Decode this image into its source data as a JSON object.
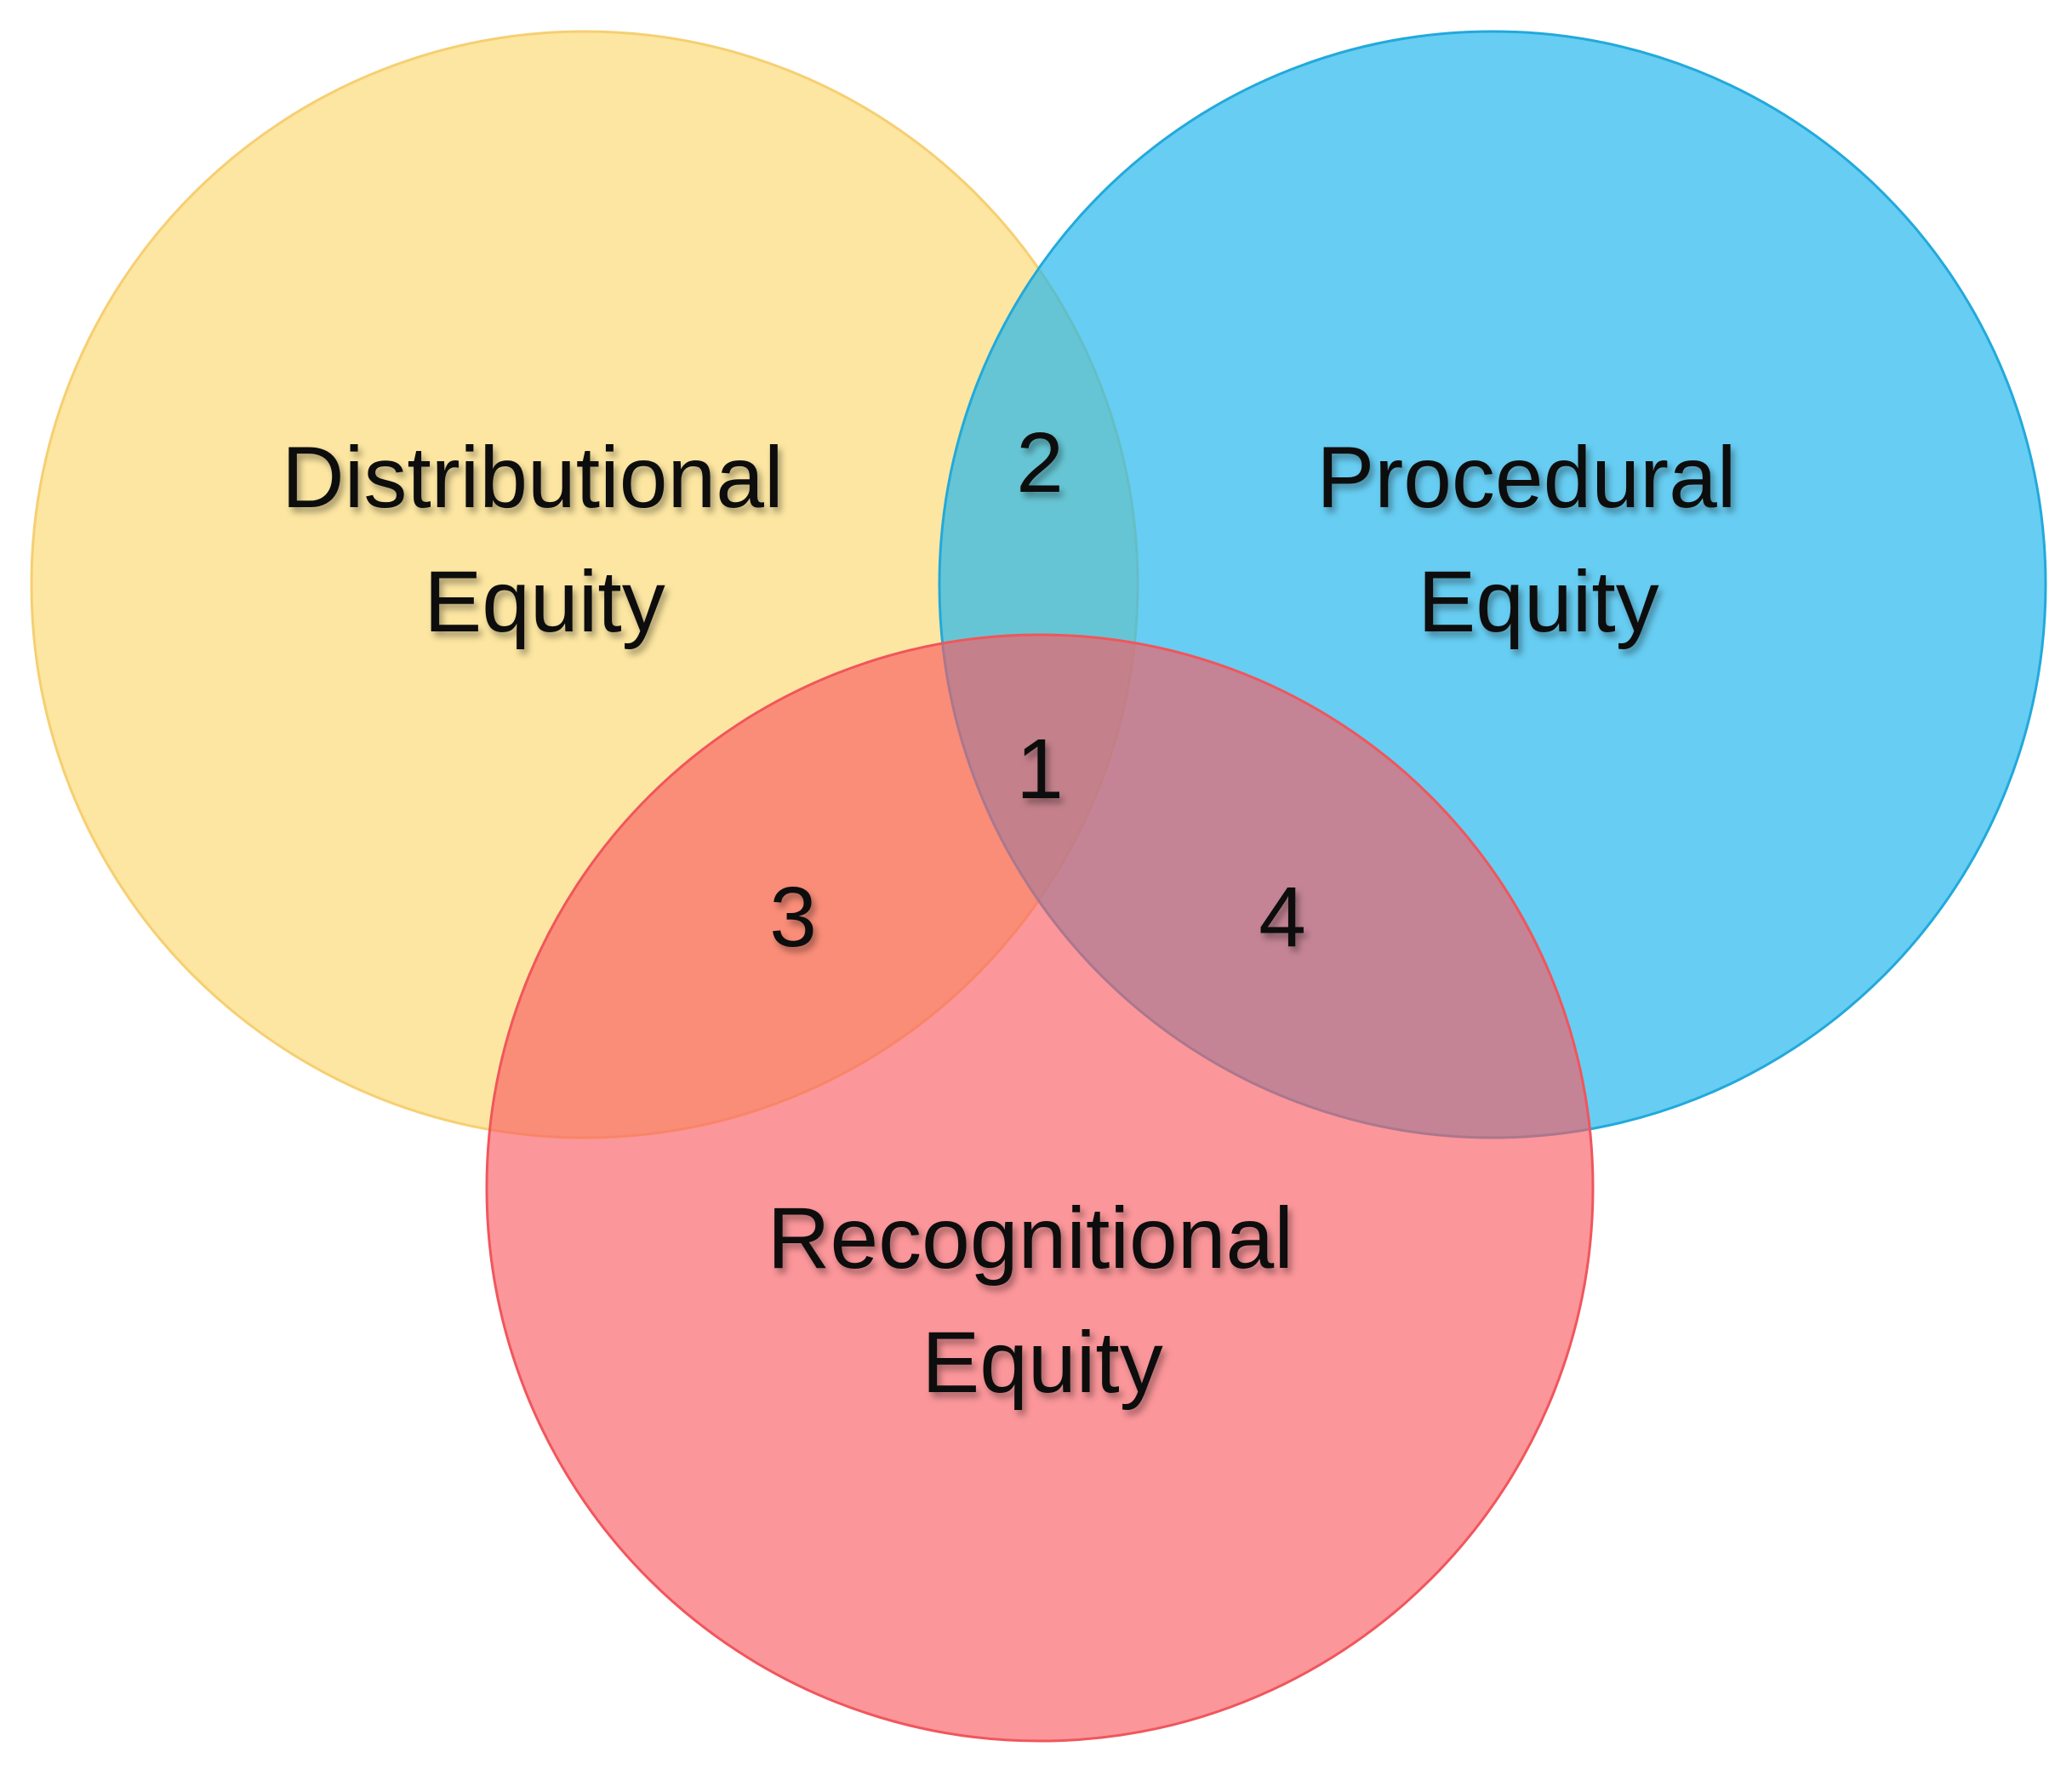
{
  "diagram": {
    "type": "venn",
    "sets": [
      {
        "id": "distributional",
        "label_line1": "Distributional",
        "label_line2": "Equity",
        "color": "#FBD86F",
        "stroke": "#F6CF72",
        "opacity": 0.65
      },
      {
        "id": "procedural",
        "label_line1": "Procedural",
        "label_line2": "Equity",
        "color": "#1FB5EC",
        "stroke": "#22A9DB",
        "opacity": 0.68
      },
      {
        "id": "recognitional",
        "label_line1": "Recognitional",
        "label_line2": "Equity",
        "color": "#F95B61",
        "stroke": "#F0565C",
        "opacity": 0.64
      }
    ],
    "regions": [
      {
        "label": "1",
        "sets": [
          "distributional",
          "procedural",
          "recognitional"
        ]
      },
      {
        "label": "2",
        "sets": [
          "distributional",
          "procedural"
        ]
      },
      {
        "label": "3",
        "sets": [
          "distributional",
          "recognitional"
        ]
      },
      {
        "label": "4",
        "sets": [
          "procedural",
          "recognitional"
        ]
      }
    ]
  }
}
